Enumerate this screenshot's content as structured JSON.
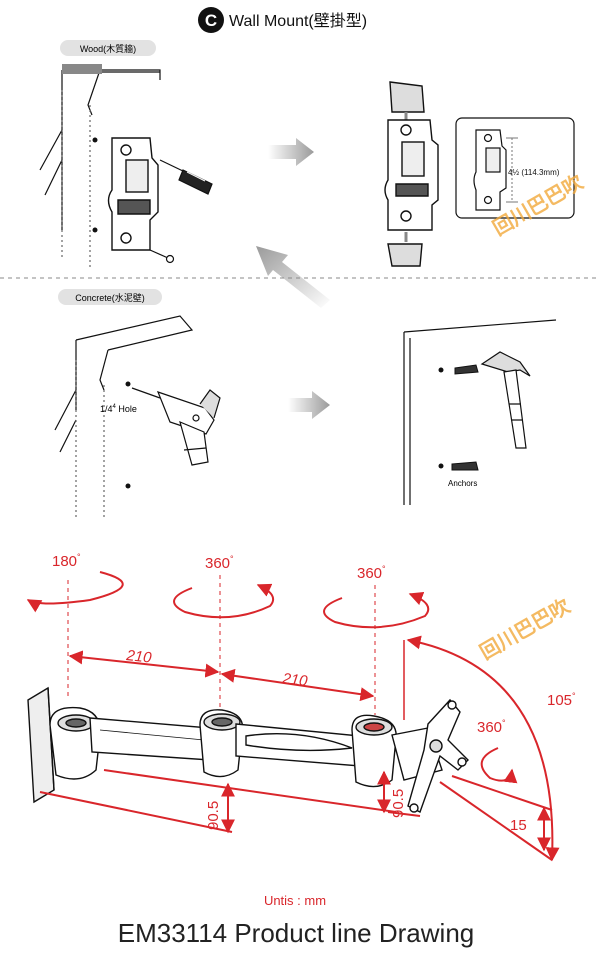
{
  "header": {
    "badge_letter": "C",
    "title": "Wall Mount(壁掛型)"
  },
  "wood_section": {
    "label": "Wood(木質牆)",
    "measurement": "4½ (114.3mm)"
  },
  "concrete_section": {
    "label": "Concrete(水泥壁)",
    "hole_label_main": "1/4",
    "hole_label_sup": "4",
    "hole_label_tail": " Hole",
    "anchors_label": "Anchors"
  },
  "watermark": {
    "text": "回川巴巴吹",
    "colors": [
      "#f2a93b",
      "#e06b6b",
      "#7cc07a",
      "#c7a5e0"
    ]
  },
  "drawing": {
    "rot_left": "180",
    "rot_mid": "360",
    "rot_right": "360",
    "rot_head": "360",
    "tilt": "105",
    "span1": "210",
    "span2": "210",
    "height1": "90.5",
    "height2": "90.5",
    "offset": "15",
    "degree_mark": "°"
  },
  "footer": {
    "units": "Untis : mm",
    "title": "EM33114 Product  line Drawing"
  },
  "colors": {
    "dimension": "#d9262b",
    "line": "#111111",
    "arrow": "#b5b5b5"
  }
}
